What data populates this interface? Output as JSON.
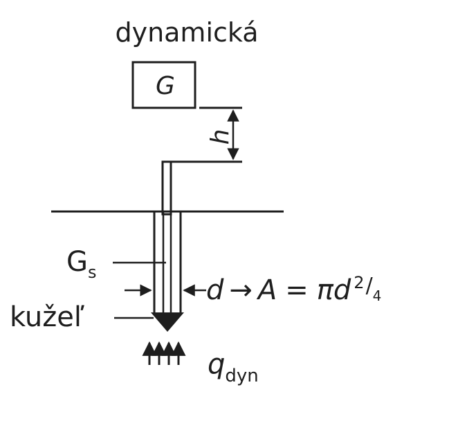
{
  "title": "dynamická",
  "weight_label": "G",
  "height_label": "h",
  "rod_weight_label": "G",
  "rod_weight_subscript": "s",
  "diameter_label": "d",
  "arrow_symbol": "→",
  "area_lhs": "A",
  "equals": "=",
  "area_pi": "π",
  "area_d": "d",
  "area_exp": "2",
  "area_slash": "/",
  "area_denom": "4",
  "cone_label": "kužeľ",
  "resistance_symbol": "q",
  "resistance_subscript": "dyn",
  "colors": {
    "ink": "#1e1e1e",
    "background": "#ffffff"
  }
}
